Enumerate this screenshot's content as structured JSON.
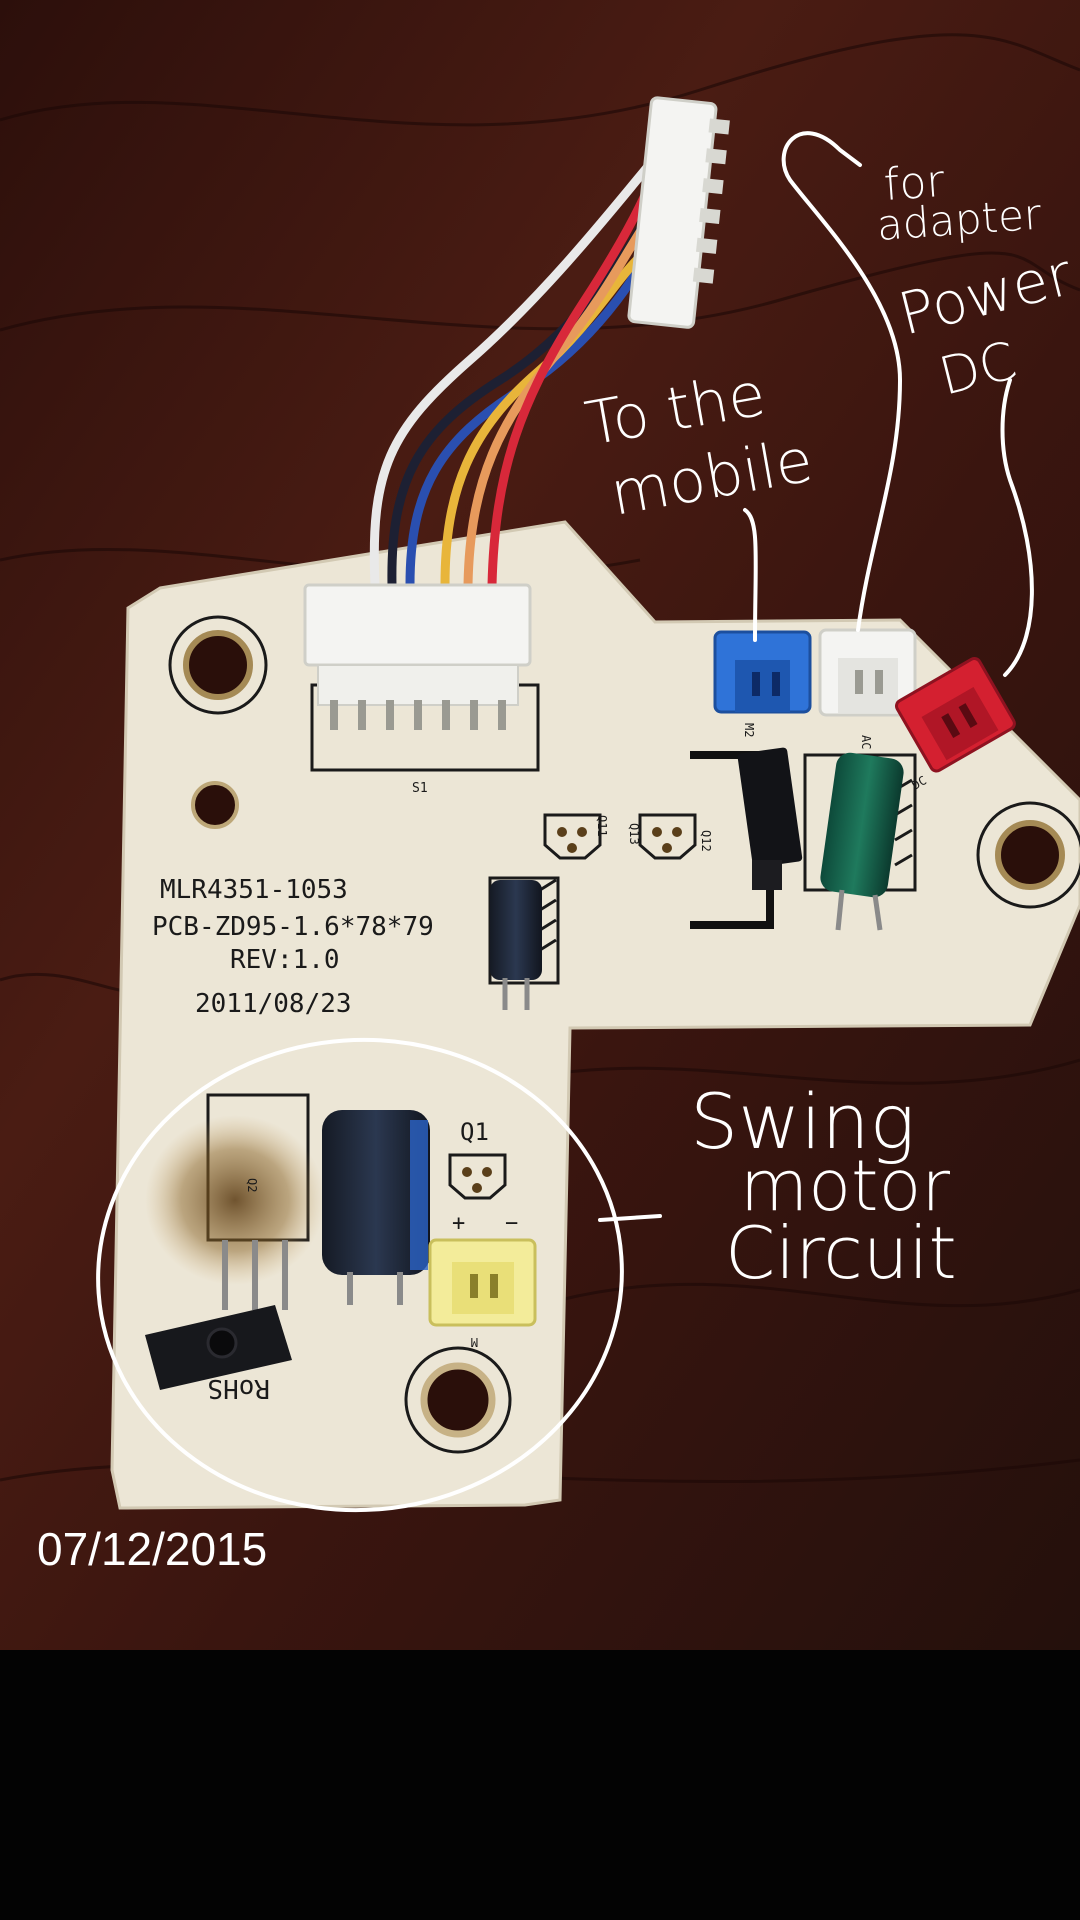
{
  "pcb": {
    "part_number": "MLR4351-1053",
    "pcb_code": "PCB-ZD95-1.6*78*79",
    "revision": "REV:1.0",
    "date": "2011/08/23",
    "rohs": "RoHS",
    "q1_label": "Q1",
    "plus": "+",
    "minus": "−",
    "s1": "S1",
    "q11": "Q11",
    "q12": "Q12",
    "q13": "Q13",
    "q2": "Q2",
    "m2": "M2",
    "ac": "AC",
    "dc": "DC",
    "m": "M"
  },
  "annotations": {
    "mobile_line1": "To the",
    "mobile_line2": "mobile",
    "adapter_line1": "for",
    "adapter_line2": "adapter",
    "power_line1": "Power",
    "power_line2": "DC",
    "swing_line1": "Swing",
    "swing_line2": "motor",
    "swing_line3": "Circuit"
  },
  "photo_timestamp": "07/12/2015",
  "colors": {
    "wood": "#3a1510",
    "board": "#ece6d6",
    "blue_connector": "#2f73d8",
    "red_connector": "#d42030",
    "yellow_connector": "#f3ec9a",
    "white_connector": "#f4f4f2",
    "annotation": "#ffffff"
  },
  "wire_colors": [
    "#d8283a",
    "#e79a5c",
    "#e8b53a",
    "#2a4fb0",
    "#1d2033",
    "#e9e9e9"
  ]
}
